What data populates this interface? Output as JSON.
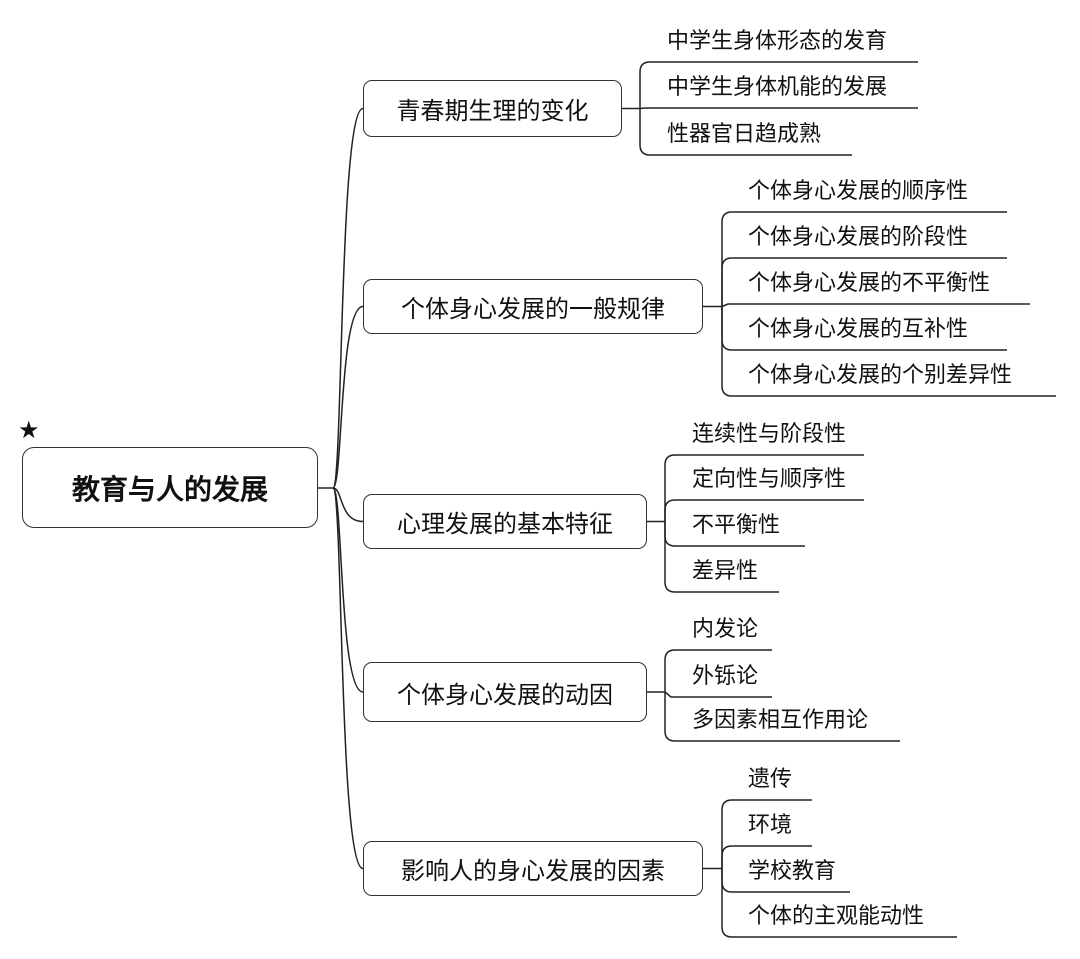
{
  "root": {
    "label": "教育与人的发展",
    "marker_icon": "star-icon"
  },
  "branches": [
    {
      "label": "青春期生理的变化",
      "children": [
        "中学生身体形态的发育",
        "中学生身体机能的发展",
        "性器官日趋成熟"
      ]
    },
    {
      "label": "个体身心发展的一般规律",
      "children": [
        "个体身心发展的顺序性",
        "个体身心发展的阶段性",
        "个体身心发展的不平衡性",
        "个体身心发展的互补性",
        "个体身心发展的个别差异性"
      ]
    },
    {
      "label": "心理发展的基本特征",
      "children": [
        "连续性与阶段性",
        "定向性与顺序性",
        "不平衡性",
        "差异性"
      ]
    },
    {
      "label": "个体身心发展的动因",
      "children": [
        "内发论",
        "外铄论",
        "多因素相互作用论"
      ]
    },
    {
      "label": "影响人的身心发展的因素",
      "children": [
        "遗传",
        "环境",
        "学校教育",
        "个体的主观能动性"
      ]
    }
  ],
  "colors": {
    "line": "#222222",
    "border": "#333333"
  }
}
